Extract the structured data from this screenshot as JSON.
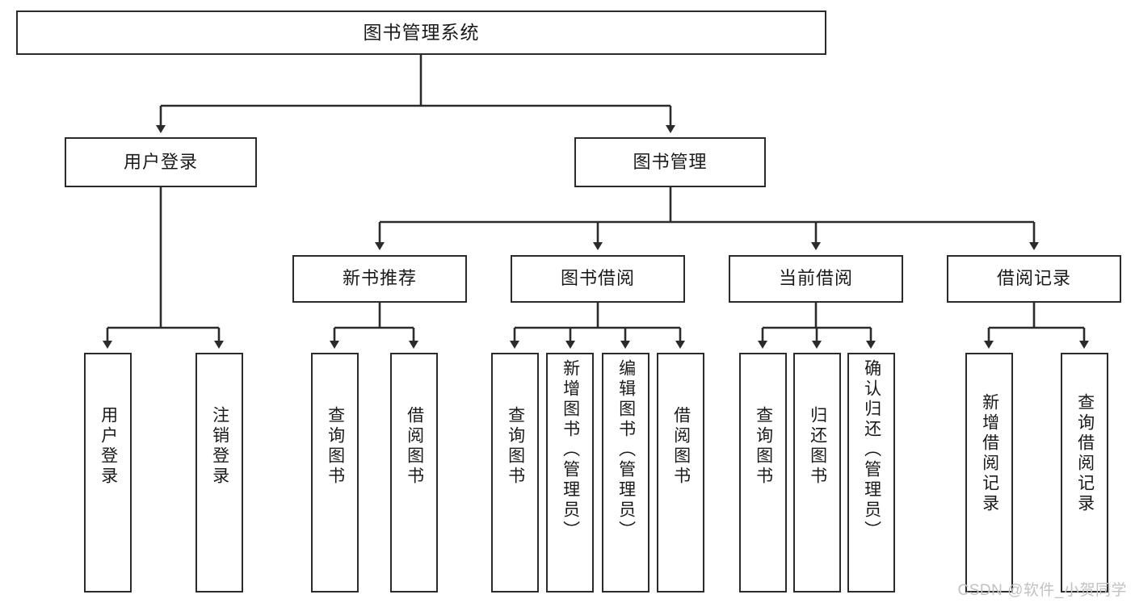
{
  "diagram": {
    "title": "图书管理系统",
    "watermark": "CSDN @软件_小贺同学",
    "stroke_color": "#2b2b2b",
    "fill_color": "#ffffff",
    "background": "#ffffff",
    "nodes": {
      "root": "图书管理系统",
      "user_login": "用户登录",
      "book_manage": "图书管理",
      "new_book_rec": "新书推荐",
      "book_borrow": "图书借阅",
      "current_borrow": "当前借阅",
      "borrow_record": "借阅记录",
      "leaf_user_login": "用户登录",
      "leaf_logout": "注销登录",
      "leaf_rec_query": "查询图书",
      "leaf_rec_borrow": "借阅图书",
      "leaf_bb_query": "查询图书",
      "leaf_bb_add": "新增图书（管理员）",
      "leaf_bb_edit": "编辑图书（管理员）",
      "leaf_bb_borrow": "借阅图书",
      "leaf_cb_query": "查询图书",
      "leaf_cb_return": "归还图书",
      "leaf_cb_confirm": "确认归还（管理员）",
      "leaf_br_add": "新增借阅记录",
      "leaf_br_query": "查询借阅记录"
    }
  }
}
